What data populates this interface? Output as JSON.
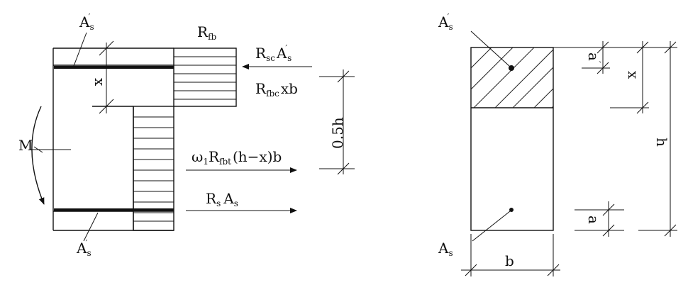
{
  "left_diagram": {
    "label_as_prime_top": {
      "main": "A",
      "sub": "s",
      "prime": "′"
    },
    "label_rfb": {
      "main": "R",
      "sub": "fb"
    },
    "label_rsc": {
      "main": "R",
      "sub": "sc",
      "tail": "A",
      "tail_sub": "s",
      "prime": "′"
    },
    "label_x": "x",
    "label_rfbc": {
      "main": "R",
      "sub": "fbc",
      "tail": "xb"
    },
    "label_05h": "0.5h",
    "label_m": "M",
    "label_omega": {
      "main": "ω",
      "sub": "1",
      "r": "R",
      "r_sub": "fbt",
      "tail": "(h−x)b"
    },
    "label_rs": {
      "main": "R",
      "sub": "s",
      "tail": "A",
      "tail_sub": "s"
    },
    "label_as_bottom": {
      "main": "A",
      "sub": "s",
      "prime": "′"
    }
  },
  "right_diagram": {
    "label_as_prime": {
      "main": "A",
      "sub": "s",
      "prime": "′"
    },
    "label_a_prime": {
      "main": "a",
      "prime": "′"
    },
    "label_x": "x",
    "label_h": "h",
    "label_a": "a",
    "label_as": {
      "main": "A",
      "sub": "s"
    },
    "label_b": "b"
  }
}
